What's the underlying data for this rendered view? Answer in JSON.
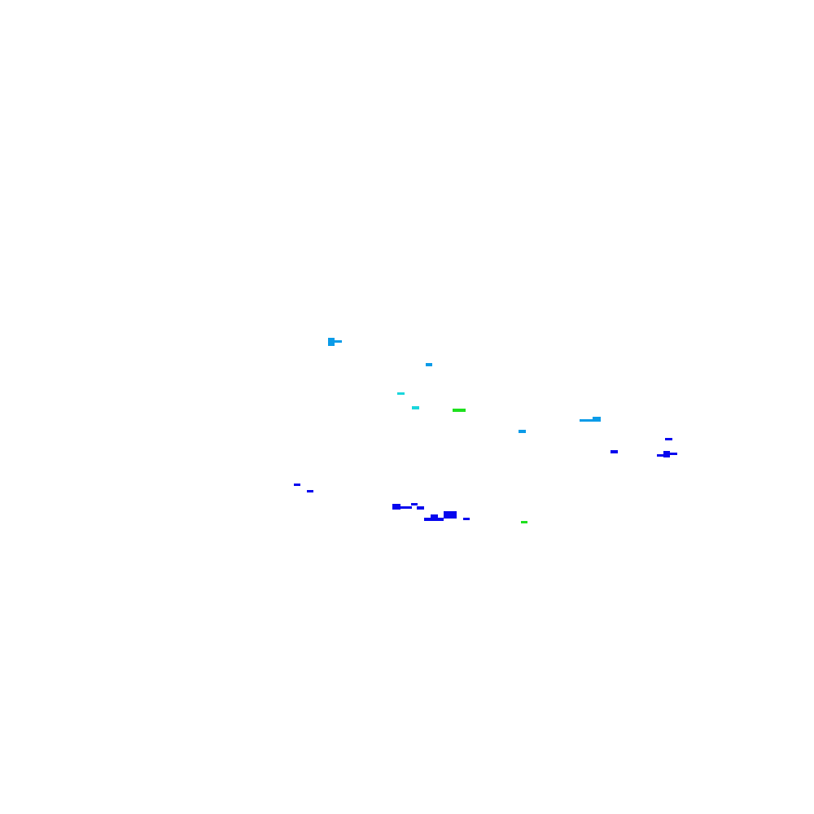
{
  "palette": {
    "background": "#ffffff",
    "sky_blue": "#0a9be8",
    "cyan": "#1ad6dc",
    "green": "#1ee01e",
    "blue": "#0606ee"
  },
  "fragments": [
    {
      "color": "sky_blue"
    },
    {
      "color": "sky_blue"
    },
    {
      "color": "sky_blue"
    },
    {
      "color": "cyan"
    },
    {
      "color": "cyan"
    },
    {
      "color": "green"
    },
    {
      "color": "sky_blue"
    },
    {
      "color": "sky_blue"
    },
    {
      "color": "sky_blue"
    },
    {
      "color": "blue"
    },
    {
      "color": "blue"
    },
    {
      "color": "blue"
    },
    {
      "color": "blue"
    },
    {
      "color": "blue"
    },
    {
      "color": "blue"
    },
    {
      "color": "blue"
    },
    {
      "color": "blue"
    },
    {
      "color": "blue"
    },
    {
      "color": "blue"
    },
    {
      "color": "blue"
    },
    {
      "color": "blue"
    },
    {
      "color": "blue"
    },
    {
      "color": "blue"
    },
    {
      "color": "blue"
    },
    {
      "color": "green"
    }
  ]
}
